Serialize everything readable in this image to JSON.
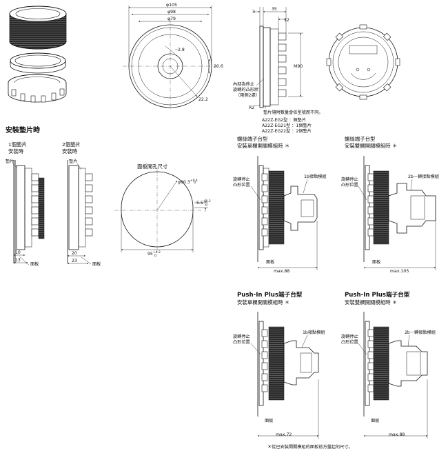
{
  "front_view": {
    "d105": "φ105",
    "d98": "φ98",
    "d79": "φ79",
    "r28": "2.8",
    "d206": "20.6",
    "r222": "22.2"
  },
  "side_view": {
    "d3": "3",
    "d35": "35",
    "d12": "12",
    "m90": "M90",
    "r2": "R2",
    "note_inner": [
      "內部為停止",
      "旋轉的凸形狀",
      "（兩側2處）"
    ],
    "spacer_note": "墊片隨附數量會依型號而不同。",
    "models": [
      {
        "model": "A22Z-EG2型",
        "desc": "：無墊片"
      },
      {
        "model": "A22Z-EG21型",
        "desc": "：1個墊片"
      },
      {
        "model": "A22Z-EG22型",
        "desc": "：2個墊片"
      }
    ]
  },
  "spacer_section": {
    "title": "安裝墊片時",
    "one": [
      "1個墊片",
      "安裝時"
    ],
    "two": [
      "2個墊片",
      "安裝時"
    ],
    "spacer": "墊片",
    "panel": "面板",
    "d10": "10",
    "d13": "13",
    "d20": "20",
    "d23": "23"
  },
  "cutout": {
    "title": "面板開孔尺寸",
    "dia": "φ90.3",
    "dia_tol_up": "+0.4",
    "dia_tol_dn": "0",
    "flat": "5.5",
    "flat_tol_up": "+0.2",
    "flat_tol_dn": "0",
    "width": "95",
    "width_tol_up": "+0.2",
    "width_tol_dn": "0"
  },
  "screw_single": {
    "title": [
      "螺絲端子台型",
      "安裝單欄開關模組時 ＊"
    ],
    "stop_label": [
      "旋轉停止",
      "凸形位置"
    ],
    "contact": "1b接點模組",
    "panel": "面板",
    "max": "max.88"
  },
  "screw_double": {
    "title": [
      "螺絲端子台型",
      "安裝雙欄開關模組時 ＊"
    ],
    "stop_label": [
      "旋轉停止",
      "凸形位置"
    ],
    "contact": "2b－轉接點模組",
    "panel": "面板",
    "max": "max.105"
  },
  "push_single": {
    "title": [
      "Push-In Plus端子台型",
      "安裝單欄開關模組時 ＊"
    ],
    "stop_label": [
      "旋轉停止",
      "凸形位置"
    ],
    "contact": "1b接點模組",
    "panel": "面板",
    "max": "max.72"
  },
  "push_double": {
    "title": [
      "Push-In Plus端子台型",
      "安裝雙欄開關模組時 ＊"
    ],
    "stop_label": [
      "旋轉停止",
      "凸形位置"
    ],
    "contact": "2b－轉接點模組",
    "panel": "面板",
    "max": "max.88"
  },
  "footnote": "＊從已安裝開關模組的面板前方量起的尺寸。"
}
